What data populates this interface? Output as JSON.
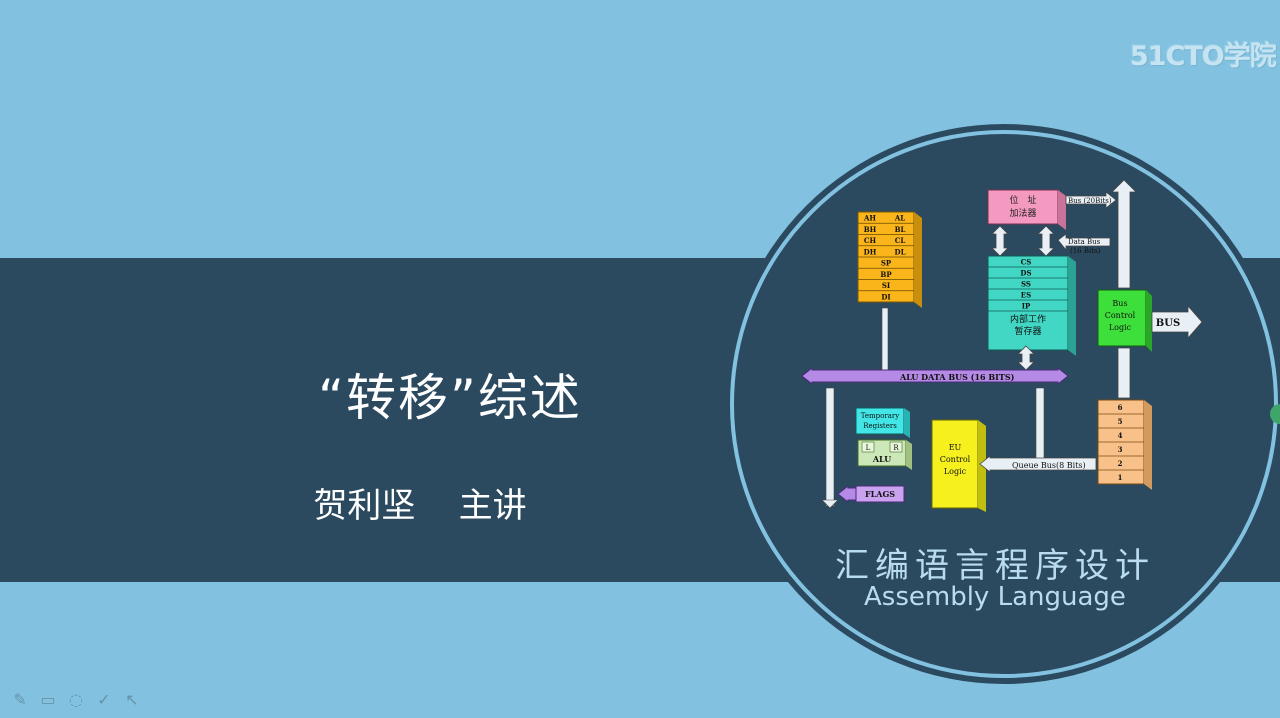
{
  "slide": {
    "title": "“转移”综述",
    "subtitle": "贺利坚    主讲",
    "watermark": "51CTO学院"
  },
  "badge": {
    "title_cn": "汇编语言程序设计",
    "title_en": "Assembly Language"
  },
  "diagram": {
    "gp_registers": [
      [
        "AH",
        "AL"
      ],
      [
        "BH",
        "BL"
      ],
      [
        "CH",
        "CL"
      ],
      [
        "DH",
        "DL"
      ]
    ],
    "pointer_registers": [
      "SP",
      "BP",
      "SI",
      "DI"
    ],
    "address_adder_label": "位　址\n加法器",
    "segment_registers": [
      "CS",
      "DS",
      "SS",
      "ES",
      "IP"
    ],
    "internal_registers_label": "内部工作\n暂存器",
    "bus_20": "Bus (20Bits)",
    "data_bus_16": "Data Bus\n(16 Bits)",
    "bus_control": "Bus\nControl\nLogic",
    "bus_label": "BUS",
    "alu_data_bus": "ALU DATA BUS (16 BITS)",
    "temporary_registers": "Temporary\nRegisters",
    "alu_l": "L",
    "alu_r": "R",
    "alu_label": "ALU",
    "flags": "FLAGS",
    "eu_control": "EU\nControl\nLogic",
    "queue_bus": "Queue  Bus(8 Bits)",
    "queue_slots": [
      "6",
      "5",
      "4",
      "3",
      "2",
      "1"
    ]
  },
  "toolbar": {
    "tools": [
      "pen-icon",
      "eraser-icon",
      "highlighter-icon",
      "check-icon",
      "pointer-icon"
    ],
    "glyphs": [
      "✎",
      "▭",
      "◌",
      "✓",
      "↖"
    ]
  },
  "colors": {
    "background": "#82c2e0",
    "band": "#2b4a5f",
    "gp_registers": "#f9b51a",
    "address_adder": "#f49ac1",
    "segment_registers": "#42d6c4",
    "bus_control": "#3de03a",
    "alu_bus": "#b48ae6",
    "eu_control": "#f5f01e",
    "queue": "#f9c18a"
  }
}
